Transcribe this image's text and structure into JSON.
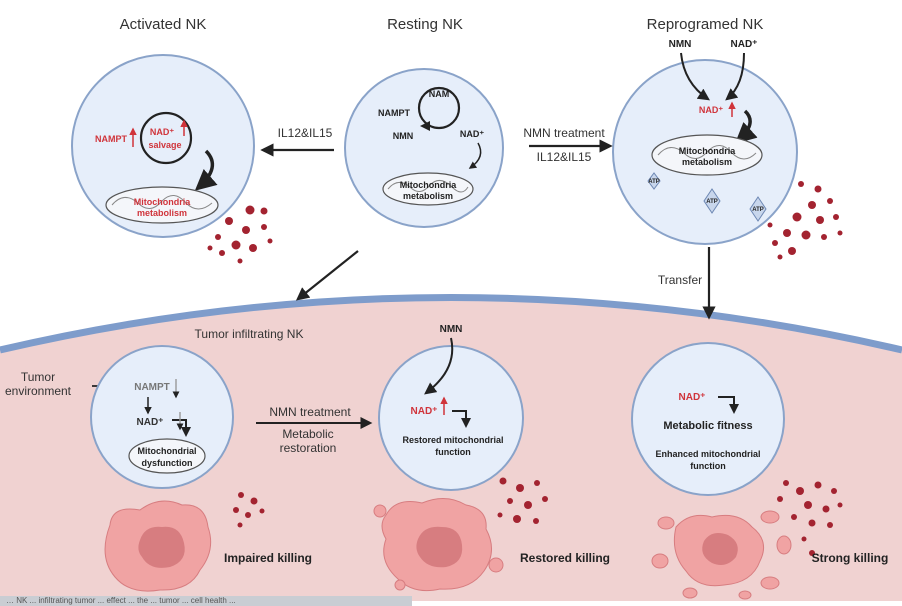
{
  "titles": {
    "activated": "Activated NK",
    "resting": "Resting NK",
    "reprogramed": "Reprogramed NK"
  },
  "resting_cell": {
    "nam": "NAM",
    "nampt": "NAMPT",
    "nmn": "NMN",
    "nad": "NAD⁺",
    "mito": [
      "Mitochondria",
      "metabolism"
    ]
  },
  "activated_cell": {
    "nampt": "NAMPT",
    "nad_salvage": [
      "NAD⁺",
      "salvage"
    ],
    "mito": [
      "Mitochondria",
      "metabolism"
    ]
  },
  "reprogramed_cell": {
    "nmn": "NMN",
    "nad_in": "NAD⁺",
    "nad": "NAD⁺",
    "mito": [
      "Mitochondria",
      "metabolism"
    ],
    "atp": "ATP"
  },
  "arrows": {
    "il12_left": "IL12&IL15",
    "nmn_treatment_top": "NMN treatment",
    "il12_right": "IL12&IL15",
    "transfer": "Transfer",
    "tumor_environment": [
      "Tumor",
      "environment"
    ],
    "nmn_treatment_bottom": "NMN treatment",
    "metabolic_restoration": [
      "Metabolic",
      "restoration"
    ]
  },
  "tumor": {
    "infiltrating_label": "Tumor infiltrating NK",
    "impaired_cell": {
      "nampt": "NAMPT",
      "nad": "NAD⁺",
      "mito": [
        "Mitochondrial",
        "dysfunction"
      ]
    },
    "restored_cell": {
      "nmn": "NMN",
      "nad": "NAD⁺",
      "mito": [
        "Restored mitochondrial",
        "function"
      ]
    },
    "enhanced_cell": {
      "nad": "NAD⁺",
      "fitness": "Metabolic fitness",
      "mito": [
        "Enhanced mitochondrial",
        "function"
      ]
    },
    "impaired_killing": "Impaired killing",
    "restored_killing": "Restored killing",
    "strong_killing": "Strong killing"
  },
  "footer_text": "… NK ... infiltrating tumor ... effect ... the ... tumor ... cell health ...",
  "colors": {
    "red_text": "#d0343b",
    "cell_fill": "#e6eefa",
    "cell_stroke": "#8aa3c9",
    "tumor_bg": "#f0d2d1",
    "membrane": "#7e9ccb",
    "tumor_cell": "#f0a3a3",
    "tumor_nucleus": "#d77d80",
    "dot": "#a32330"
  }
}
